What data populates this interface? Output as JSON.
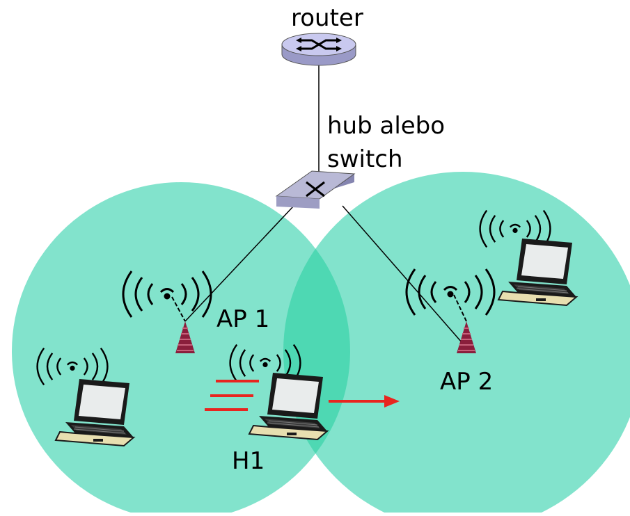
{
  "labels": {
    "router": "router",
    "hub_line1": "hub alebo",
    "hub_line2": "switch",
    "ap1": "AP 1",
    "ap2": "AP 2",
    "h1": "H1"
  },
  "colors": {
    "cell": "#82e3cc",
    "cell_overlap": "#4ed8b3",
    "router": "#c9c9ef",
    "switch_top": "#b9b9d6",
    "antenna": "#8a1e3c",
    "motion": "#e8251f",
    "laptop_body": "#e8dfb0",
    "laptop_dark": "#1a1a1a",
    "screen": "#e9ecec"
  },
  "icons": [
    "router-icon",
    "switch-icon",
    "antenna-icon",
    "laptop-icon",
    "wireless-signal-icon",
    "motion-arrow-icon"
  ]
}
